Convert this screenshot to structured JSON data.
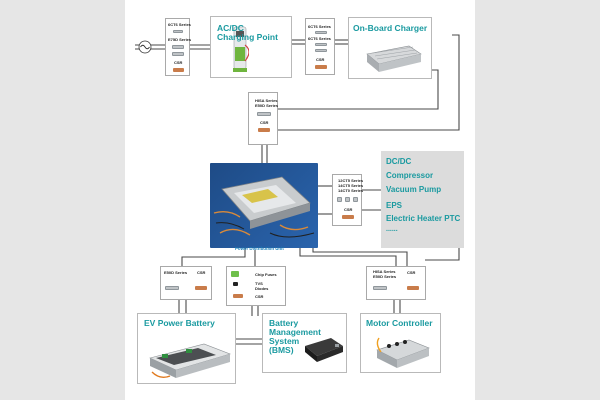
{
  "top": {
    "fuse_box_1": {
      "series_a": "6CT6 Series",
      "series_b": "E75D Series",
      "csr": "CSR"
    },
    "charging_point": {
      "title_line1": "AC/DC",
      "title_line2": "Charging Point"
    },
    "fuse_box_2": {
      "series_a": "6CT6 Series",
      "series_b": "6CT6 Series",
      "csr": "CSR"
    },
    "onboard_charger": {
      "title": "On-Board Charger"
    }
  },
  "mid": {
    "fuse_box_3": {
      "series_a": "HISA Series",
      "series_b": "E50D Series",
      "csr": "CSR"
    },
    "fuse_box_4": {
      "series_a": "12CT5 Series",
      "series_b": "14CT5 Series",
      "series_c": "14CT0 Series",
      "csr": "CSR"
    },
    "pdu_label": "Power Distribution Unit",
    "loads": [
      "DC/DC",
      "Compressor",
      "Vacuum Pump",
      "EPS",
      "Electric Heater PTC",
      "......"
    ]
  },
  "low": {
    "fuse_box_5": {
      "series": "E50D Series",
      "csr": "CSR"
    },
    "fuse_box_6": {
      "chip_fuses": "Chip Fuses",
      "tvs": "TVS",
      "diodes": "Diodes",
      "csr": "CSR"
    },
    "fuse_box_7": {
      "series_a": "HISA Series",
      "series_b": "E50D Series",
      "csr": "CSR"
    }
  },
  "bottom": {
    "battery": {
      "title": "EV Power Battery"
    },
    "bms": {
      "line1": "Battery",
      "line2": "Management",
      "line3": "System",
      "line4": "(BMS)"
    },
    "motor": {
      "title": "Motor Controller"
    }
  },
  "colors": {
    "accent": "#1a9aa0",
    "pdu_label": "#1a7fb8",
    "wire": "#4a4a4a",
    "panel": "#dcdcdc"
  },
  "icons": [
    "ac-source-icon",
    "charging-station-image",
    "onboard-charger-image",
    "pdu-image",
    "battery-pack-image",
    "bms-module-image",
    "motor-controller-image"
  ]
}
